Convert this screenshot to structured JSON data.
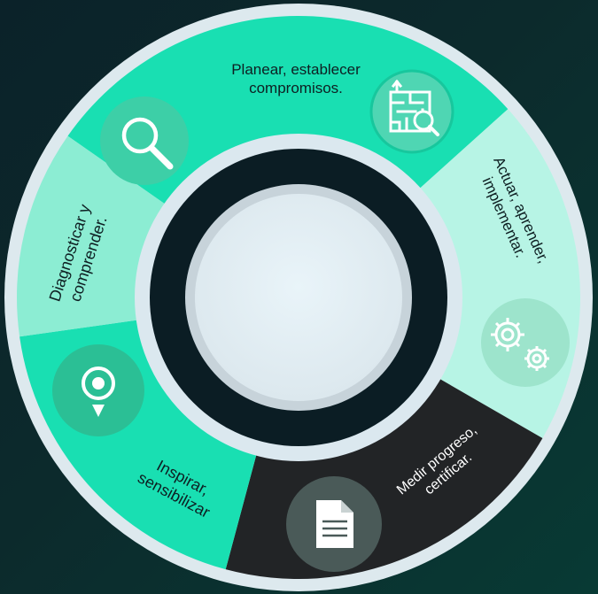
{
  "diagram": {
    "center_label": "",
    "segments": [
      {
        "id": "planear",
        "label_lines": [
          "Planear, establecer",
          "compromisos."
        ],
        "icon": "maze-magnifier-icon",
        "color": "#19dfb2",
        "text_color": "#0e1f22"
      },
      {
        "id": "actuar",
        "label_lines": [
          "Actuar, aprender,",
          "implementar."
        ],
        "icon": "gears-icon",
        "color": "#b7f4e5",
        "text_color": "#0e1f22"
      },
      {
        "id": "medir",
        "label_lines": [
          "Medir progreso,",
          "certificar."
        ],
        "icon": "document-icon",
        "color": "#222426",
        "text_color": "#ffffff"
      },
      {
        "id": "inspirar",
        "label_lines": [
          "Inspirar,",
          "sensibilizar"
        ],
        "icon": "location-pin-icon",
        "color": "#19dfb2",
        "text_color": "#0e1f22"
      },
      {
        "id": "diagnosticar",
        "label_lines": [
          "Diagnosticar y",
          "comprender."
        ],
        "icon": "search-icon",
        "color": "#8cedd3",
        "text_color": "#0e1f22"
      }
    ]
  }
}
